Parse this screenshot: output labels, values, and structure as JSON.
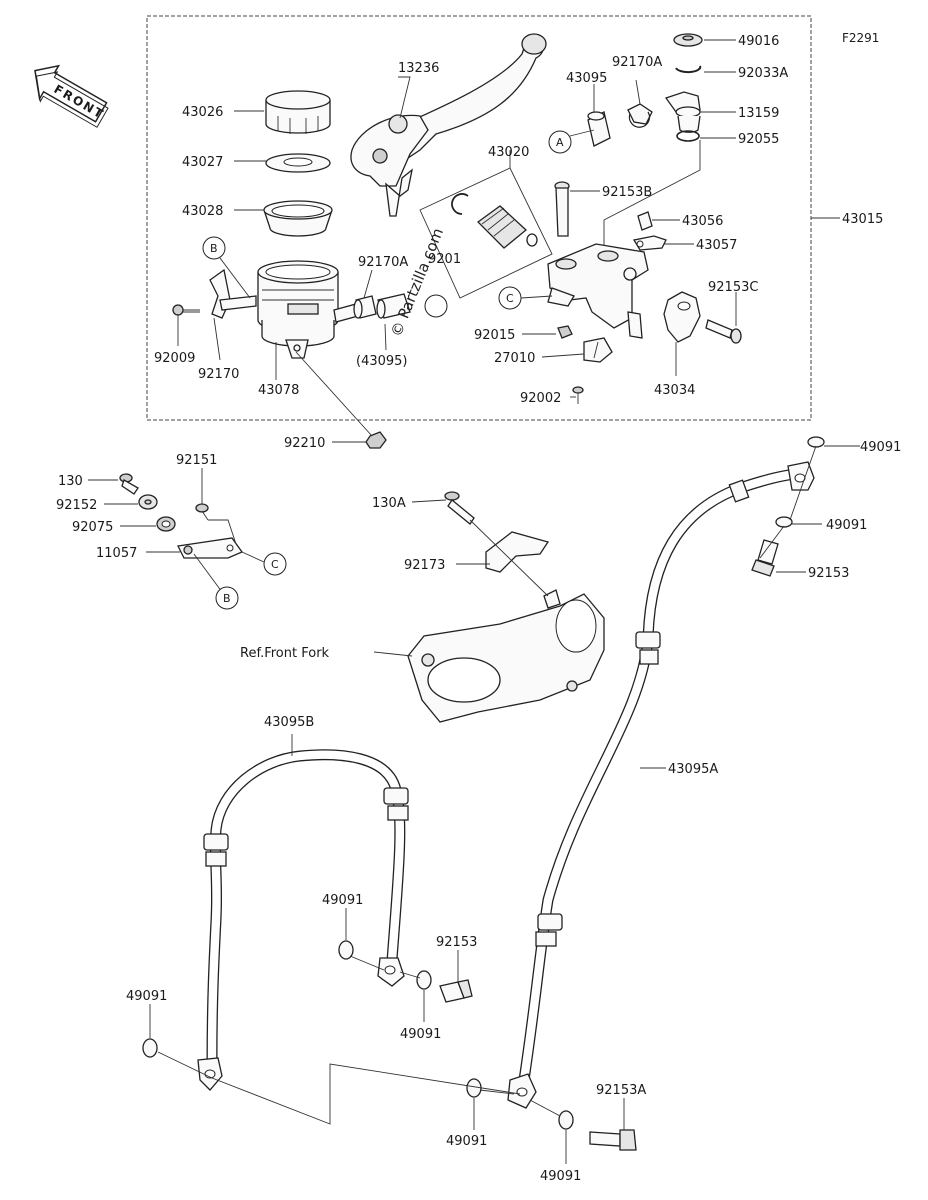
{
  "figure_code": "F2291",
  "front_arrow_text": "FRONT",
  "watermark": "© Partzilla.com",
  "callouts": [
    "A",
    "B",
    "C"
  ],
  "reference_label": "Ref.Front Fork",
  "labels": {
    "p43026": "43026",
    "p43027": "43027",
    "p43028": "43028",
    "p13236": "13236",
    "p43095": "43095",
    "p92170a_top": "92170A",
    "p49016": "49016",
    "p92033a": "92033A",
    "p13159": "13159",
    "p92055": "92055",
    "p43020": "43020",
    "p92153b": "92153B",
    "p43056": "43056",
    "p43057": "43057",
    "p43015": "43015",
    "p92170a_mid": "92170A",
    "p43095_paren": "(43095)",
    "p92009": "92009",
    "p92170": "92170",
    "p43078": "43078",
    "p92015": "92015",
    "p27010": "27010",
    "p92002": "92002",
    "p43034": "43034",
    "p92153c": "92153C",
    "p92210": "92210",
    "p92201_partial": "9201",
    "p130": "130",
    "p92151": "92151",
    "p92152": "92152",
    "p92075": "92075",
    "p11057": "11057",
    "p130a": "130A",
    "p92173": "92173",
    "p49091_tr1": "49091",
    "p49091_tr2": "49091",
    "p92153_tr": "92153",
    "p43095b": "43095B",
    "p43095a": "43095A",
    "p49091_mid_a": "49091",
    "p49091_mid_b": "49091",
    "p92153_mid": "92153",
    "p49091_left": "49091",
    "p49091_bot_a": "49091",
    "p49091_bot_b": "49091",
    "p92153a": "92153A"
  }
}
